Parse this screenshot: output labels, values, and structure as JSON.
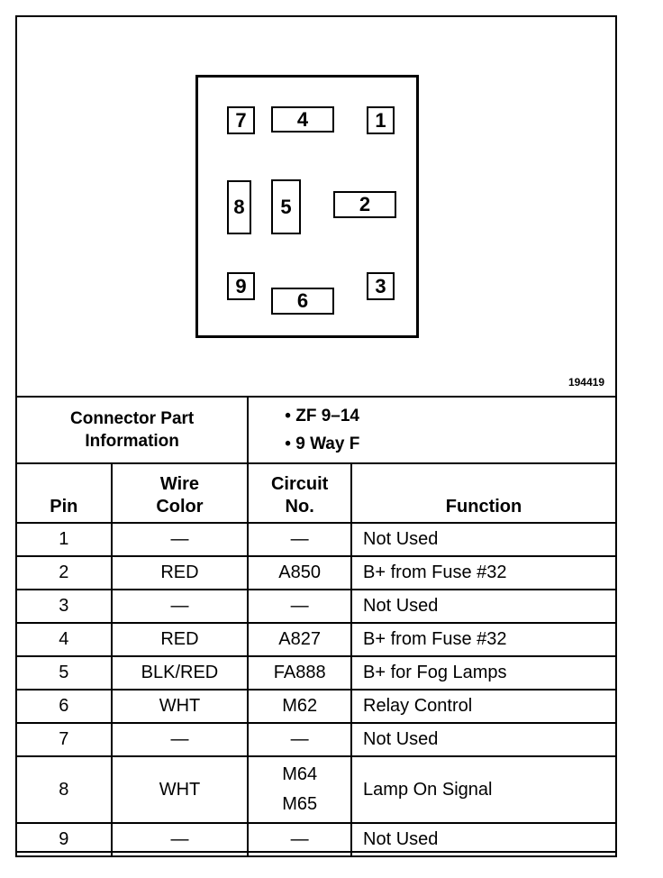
{
  "diagram": {
    "reference_number": "194419",
    "pins": [
      "7",
      "4",
      "1",
      "8",
      "5",
      "2",
      "9",
      "6",
      "3"
    ]
  },
  "connector_info": {
    "label_line1": "Connector Part",
    "label_line2": "Information",
    "bullets": [
      "• ZF 9–14",
      "• 9 Way F"
    ]
  },
  "table": {
    "headers": {
      "pin": "Pin",
      "wire_color_1": "Wire",
      "wire_color_2": "Color",
      "circuit_1": "Circuit",
      "circuit_2": "No.",
      "function": "Function"
    },
    "rows": [
      {
        "pin": "1",
        "wire": "—",
        "circuit": "—",
        "circuit2": "",
        "function": "Not Used"
      },
      {
        "pin": "2",
        "wire": "RED",
        "circuit": "A850",
        "circuit2": "",
        "function": "B+ from Fuse #32"
      },
      {
        "pin": "3",
        "wire": "—",
        "circuit": "—",
        "circuit2": "",
        "function": "Not Used"
      },
      {
        "pin": "4",
        "wire": "RED",
        "circuit": "A827",
        "circuit2": "",
        "function": "B+ from Fuse #32"
      },
      {
        "pin": "5",
        "wire": "BLK/RED",
        "circuit": "FA888",
        "circuit2": "",
        "function": "B+ for Fog Lamps"
      },
      {
        "pin": "6",
        "wire": "WHT",
        "circuit": "M62",
        "circuit2": "",
        "function": "Relay Control"
      },
      {
        "pin": "7",
        "wire": "—",
        "circuit": "—",
        "circuit2": "",
        "function": "Not Used"
      },
      {
        "pin": "8",
        "wire": "WHT",
        "circuit": "M64",
        "circuit2": "M65",
        "function": "Lamp On Signal"
      },
      {
        "pin": "9",
        "wire": "—",
        "circuit": "—",
        "circuit2": "",
        "function": "Not Used"
      }
    ]
  }
}
